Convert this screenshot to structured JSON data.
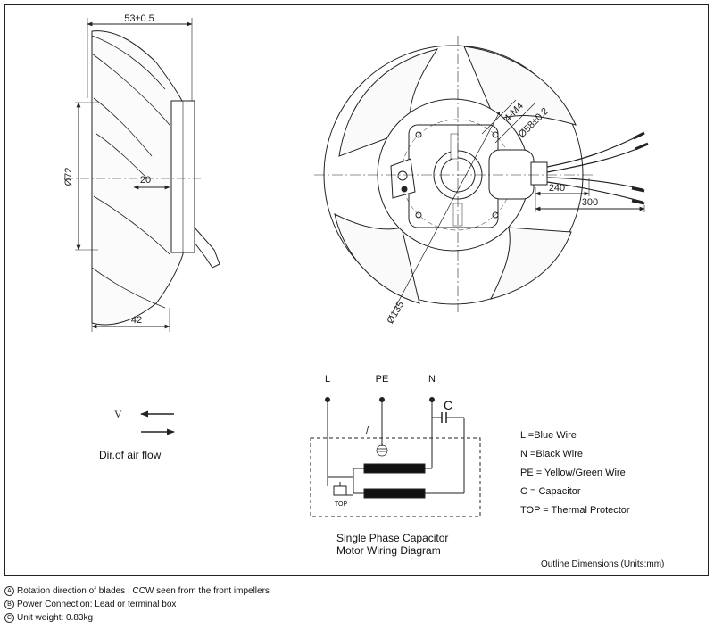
{
  "dimensions": {
    "width_total": "53±0.5",
    "diameter_72": "Ø72",
    "depth_20": "20",
    "base_42": "42",
    "holes": "4-M4",
    "bolt_circle": "Ø58±0.2",
    "lead_240": "240",
    "lead_300": "300",
    "outer_diameter": "Ø135"
  },
  "airflow": {
    "symbol": "V",
    "label": "Dir.of air flow"
  },
  "wiring": {
    "terminal_l": "L",
    "terminal_pe": "PE",
    "terminal_n": "N",
    "capacitor": "C",
    "slash": "/",
    "protector": "TOP",
    "title_line1": "Single Phase Capacitor",
    "title_line2": "Motor Wiring Diagram"
  },
  "legend": [
    {
      "key": "L",
      "text": "L  =Blue Wire"
    },
    {
      "key": "N",
      "text": "N  =Black Wire"
    },
    {
      "key": "PE",
      "text": "PE = Yellow/Green Wire"
    },
    {
      "key": "C",
      "text": "C = Capacitor"
    },
    {
      "key": "TOP",
      "text": "TOP = Thermal Protector"
    }
  ],
  "outline_note": "Outline Dimensions (Units:mm)",
  "notes": [
    {
      "mark": "A",
      "text": "Rotation direction of blades : CCW seen from the front impellers"
    },
    {
      "mark": "B",
      "text": "Power Connection:  Lead or terminal box"
    },
    {
      "mark": "C",
      "text": "Unit weight:  0.83kg"
    }
  ]
}
